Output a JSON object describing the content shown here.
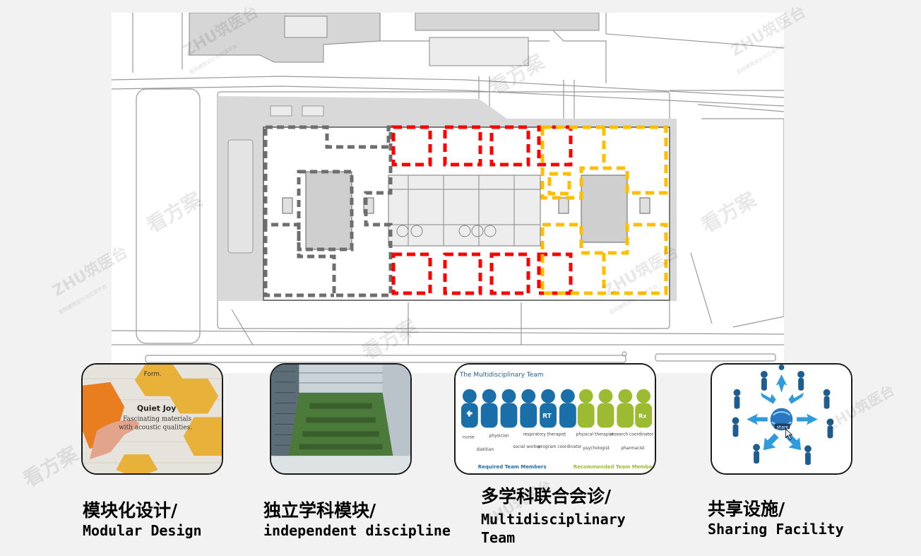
{
  "plan": {
    "legend_colors": {
      "module": "#6e6e6e",
      "discipline": "#ff0000",
      "multidisciplinary": "#ffbf00"
    }
  },
  "cards": [
    {
      "overlay": {
        "line1": "Form.",
        "line2": "Quiet Joy",
        "line3": "Fascinating materials",
        "line4": "with acoustic qualities."
      }
    },
    {},
    {
      "overlay": {
        "title": "The Multidisciplinary Team",
        "icons": [
          "RT",
          "Rx"
        ],
        "labels": [
          "nurse",
          "physician",
          "respiratory therapist",
          "dietitian",
          "social worker",
          "program coordinator",
          "physical therapist",
          "research coordinator",
          "psychologist",
          "pharmacist"
        ],
        "required": "Required Team Members",
        "recommended": "Recommended Team Members"
      }
    },
    {
      "overlay": {
        "badge": "share"
      }
    }
  ],
  "captions": [
    {
      "zh": "模块化设计/",
      "en": "Modular Design"
    },
    {
      "zh": "独立学科模块/",
      "en": "independent discipline"
    },
    {
      "zh": "多学科联合会诊/",
      "en1": "Multidisciplinary",
      "en2": "Team"
    },
    {
      "zh": "共享设施/",
      "en": "Sharing Facility"
    }
  ],
  "watermark": {
    "brand": "ZHU筑医台",
    "sub": "医院建筑设计与交流平台",
    "text": "看方案"
  }
}
